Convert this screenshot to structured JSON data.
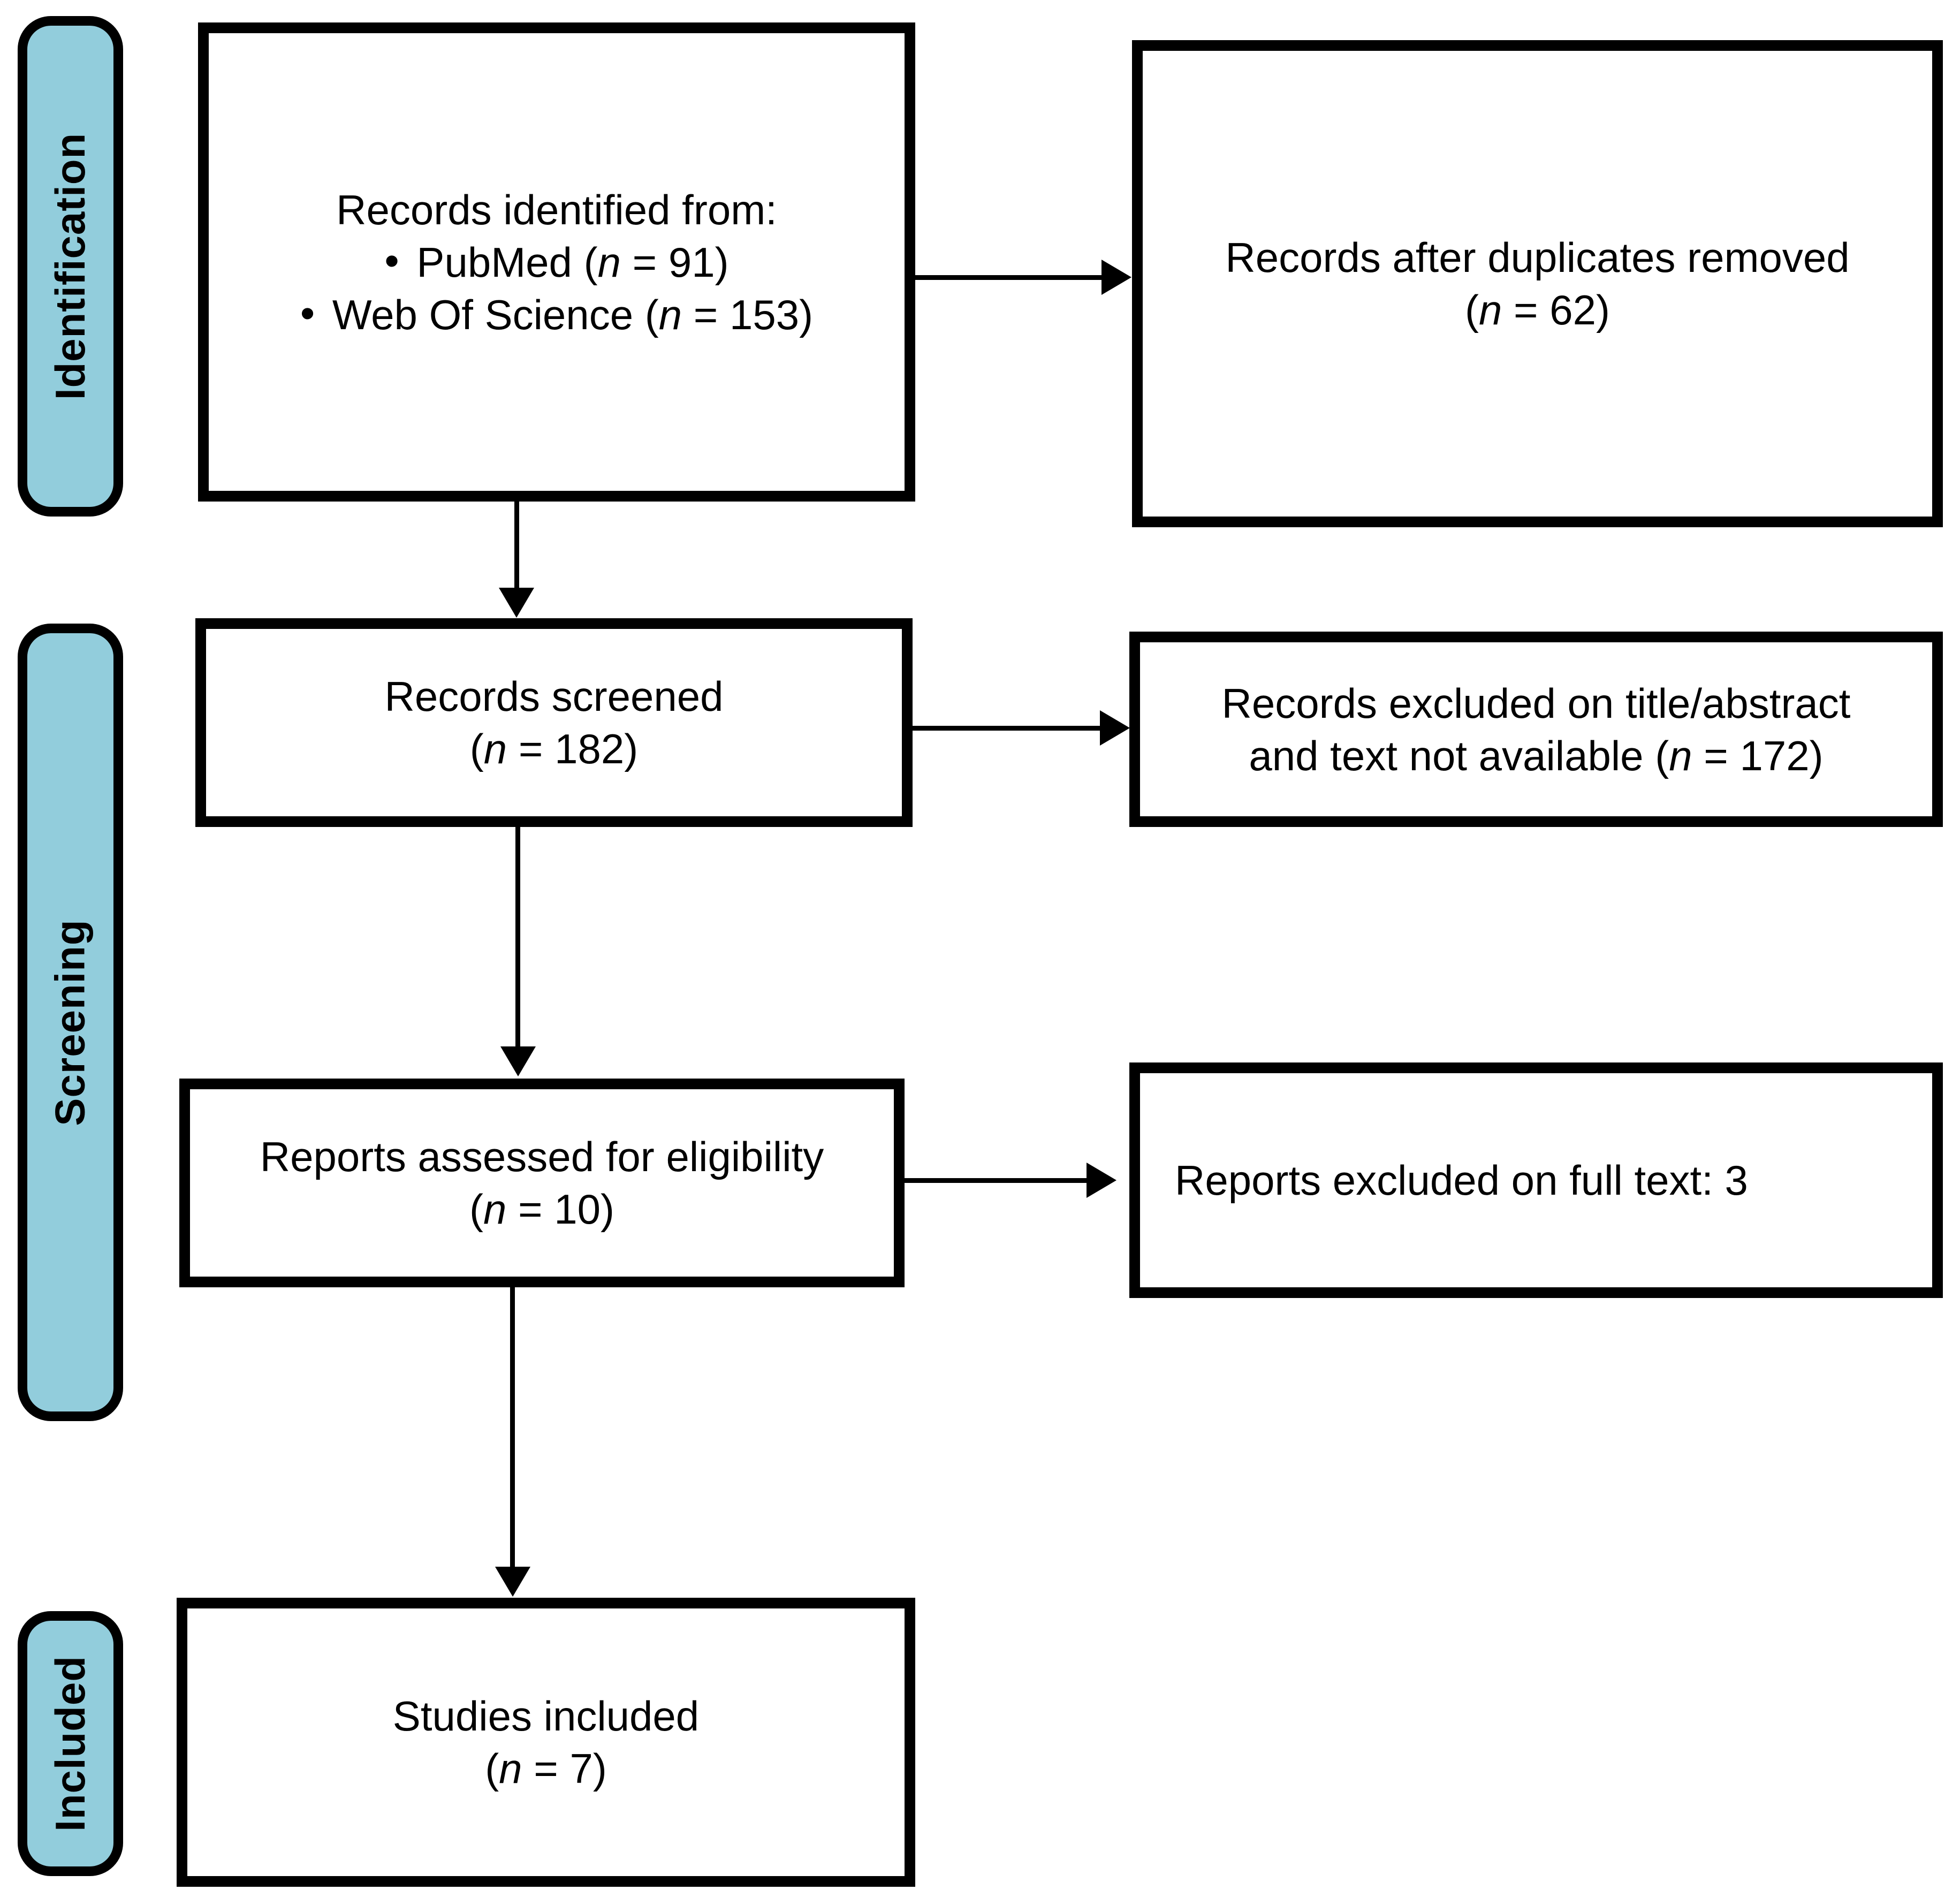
{
  "diagram": {
    "type": "prisma-flow",
    "colors": {
      "stage_fill": "#92CDDC",
      "line": "#000000",
      "background": "#FFFFFF"
    },
    "icons": {
      "bullet": "•"
    },
    "stages": {
      "identification": "Identification",
      "screening": "Screening",
      "included": "Included"
    },
    "boxes": {
      "identified": {
        "title": "Records identified from:",
        "bullets": [
          {
            "pre": "PubMed (",
            "n": "n",
            "post": " = 91)"
          },
          {
            "pre": "Web Of Science (",
            "n": "n",
            "post": " = 153)"
          }
        ]
      },
      "deduplicated": {
        "line": "Records after duplicates removed",
        "count": {
          "pre": "(",
          "n": "n",
          "post": " = 62)"
        }
      },
      "screened": {
        "line": "Records screened",
        "count": {
          "pre": "(",
          "n": "n",
          "post": " = 182)"
        }
      },
      "excluded_screening": {
        "line1": "Records excluded on title/abstract",
        "line2": {
          "pre": "and text not available (",
          "n": "n",
          "post": " = 172)"
        }
      },
      "assessed": {
        "line": "Reports assessed for eligibility",
        "count": {
          "pre": "(",
          "n": "n",
          "post": " = 10)"
        }
      },
      "excluded_fulltext": {
        "line": "Reports excluded on full text: 3"
      },
      "included": {
        "line": "Studies included",
        "count": {
          "pre": "(",
          "n": "n",
          "post": " = 7)"
        }
      }
    }
  }
}
